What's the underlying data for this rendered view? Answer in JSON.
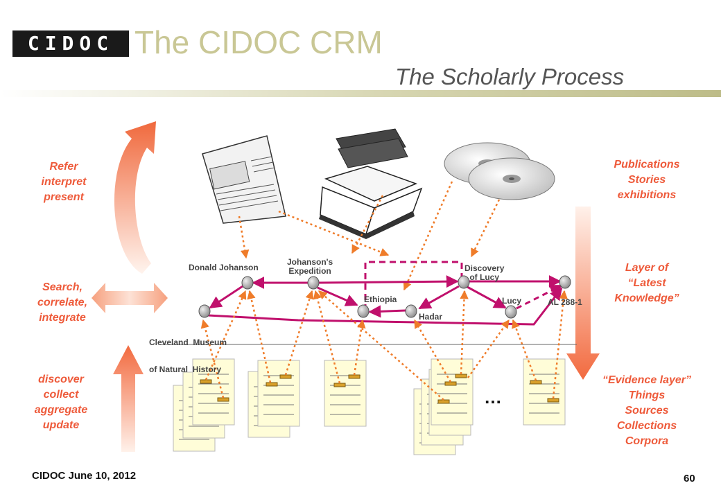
{
  "header": {
    "logo_text": "CIDOC",
    "title": "The CIDOC CRM",
    "subtitle": "The Scholarly Process"
  },
  "left_labels": {
    "top": [
      "Refer",
      "interpret",
      "present"
    ],
    "middle": [
      "Search,",
      "correlate,",
      "integrate"
    ],
    "bottom": [
      "discover",
      "collect",
      "aggregate",
      "update"
    ]
  },
  "right_labels": {
    "top": [
      "Publications",
      "Stories",
      "exhibitions"
    ],
    "middle": [
      "Layer of",
      "“Latest",
      "Knowledge”"
    ],
    "bottom": [
      "“Evidence layer”",
      "Things",
      "Sources",
      "Collections",
      "Corpora"
    ]
  },
  "nodes": {
    "donald_johanson": "Donald Johanson",
    "johansons_expedition": [
      "Johanson's",
      "Expedition"
    ],
    "discovery_of_lucy": [
      "Discovery",
      "of Lucy"
    ],
    "ethiopia": "Ethiopia",
    "hadar": "Hadar",
    "lucy": "Lucy",
    "al_288_1": "AL 288-1",
    "cleveland_museum": [
      "Cleveland  Museum",
      "of Natural  History"
    ]
  },
  "ellipsis": "…",
  "footer": {
    "date": "CIDOC June 10, 2012",
    "page_number": "60"
  },
  "colors": {
    "title": "#c9c795",
    "orange_text": "#ee5a3a",
    "magenta_link": "#c0106c",
    "dotted_link": "#ef7c2a",
    "node_fill": "#c4c4c4",
    "document_fill": "#fffdd8",
    "arrow_orange": "#f4845f"
  }
}
